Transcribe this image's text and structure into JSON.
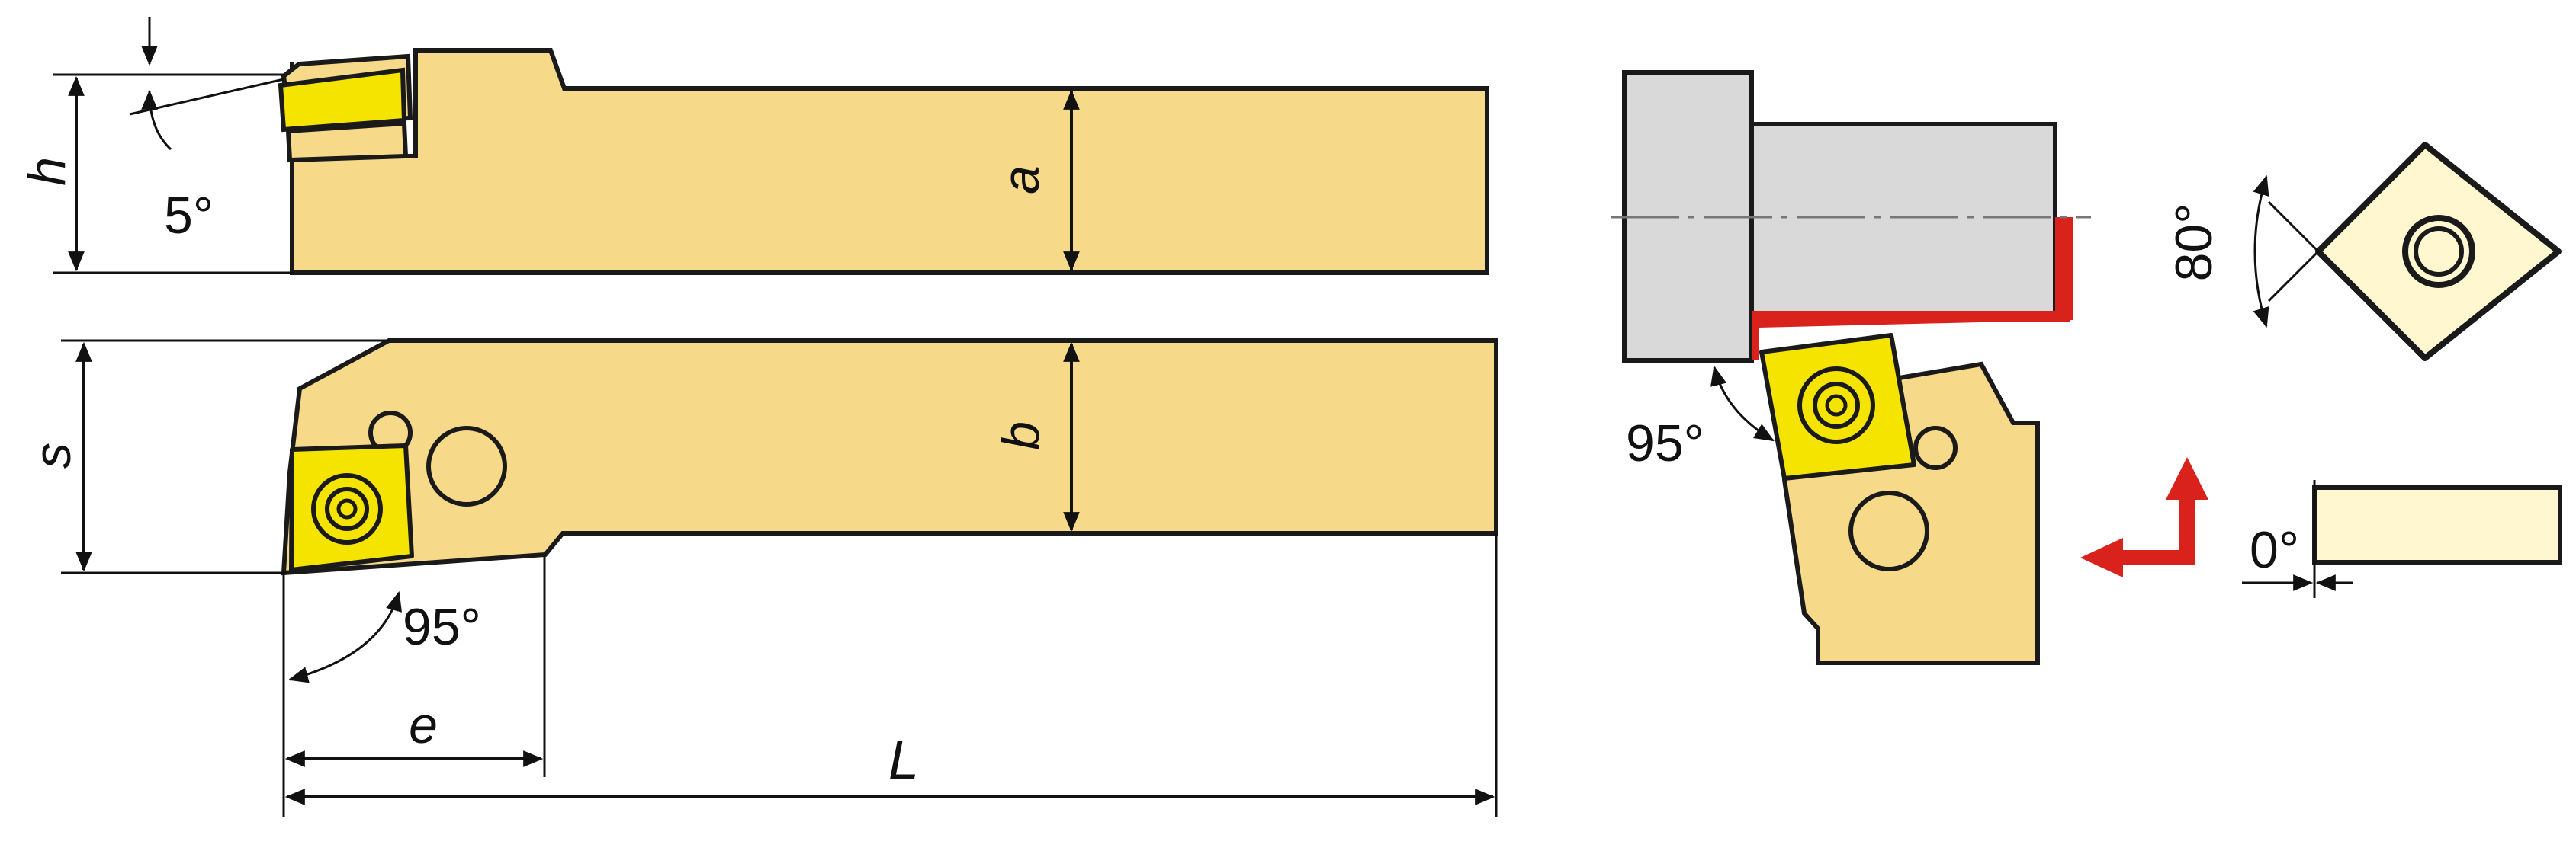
{
  "colors": {
    "body_fill": "#F7D98A",
    "insert_yellow": "#F5E400",
    "insert_cream": "#FFF7D0",
    "workpiece_gray": "#D9D9D9",
    "cut_red": "#D9221C",
    "outline": "#1A1A1A"
  },
  "labels": {
    "h": "h",
    "a": "a",
    "s": "s",
    "b": "b",
    "e": "e",
    "L": "L",
    "angle_5": "5°",
    "angle_95_left": "95°",
    "angle_95_right": "95°",
    "angle_80": "80°",
    "angle_0": "0°"
  },
  "icons": {
    "feed_direction": "red-l-arrow-icon"
  }
}
